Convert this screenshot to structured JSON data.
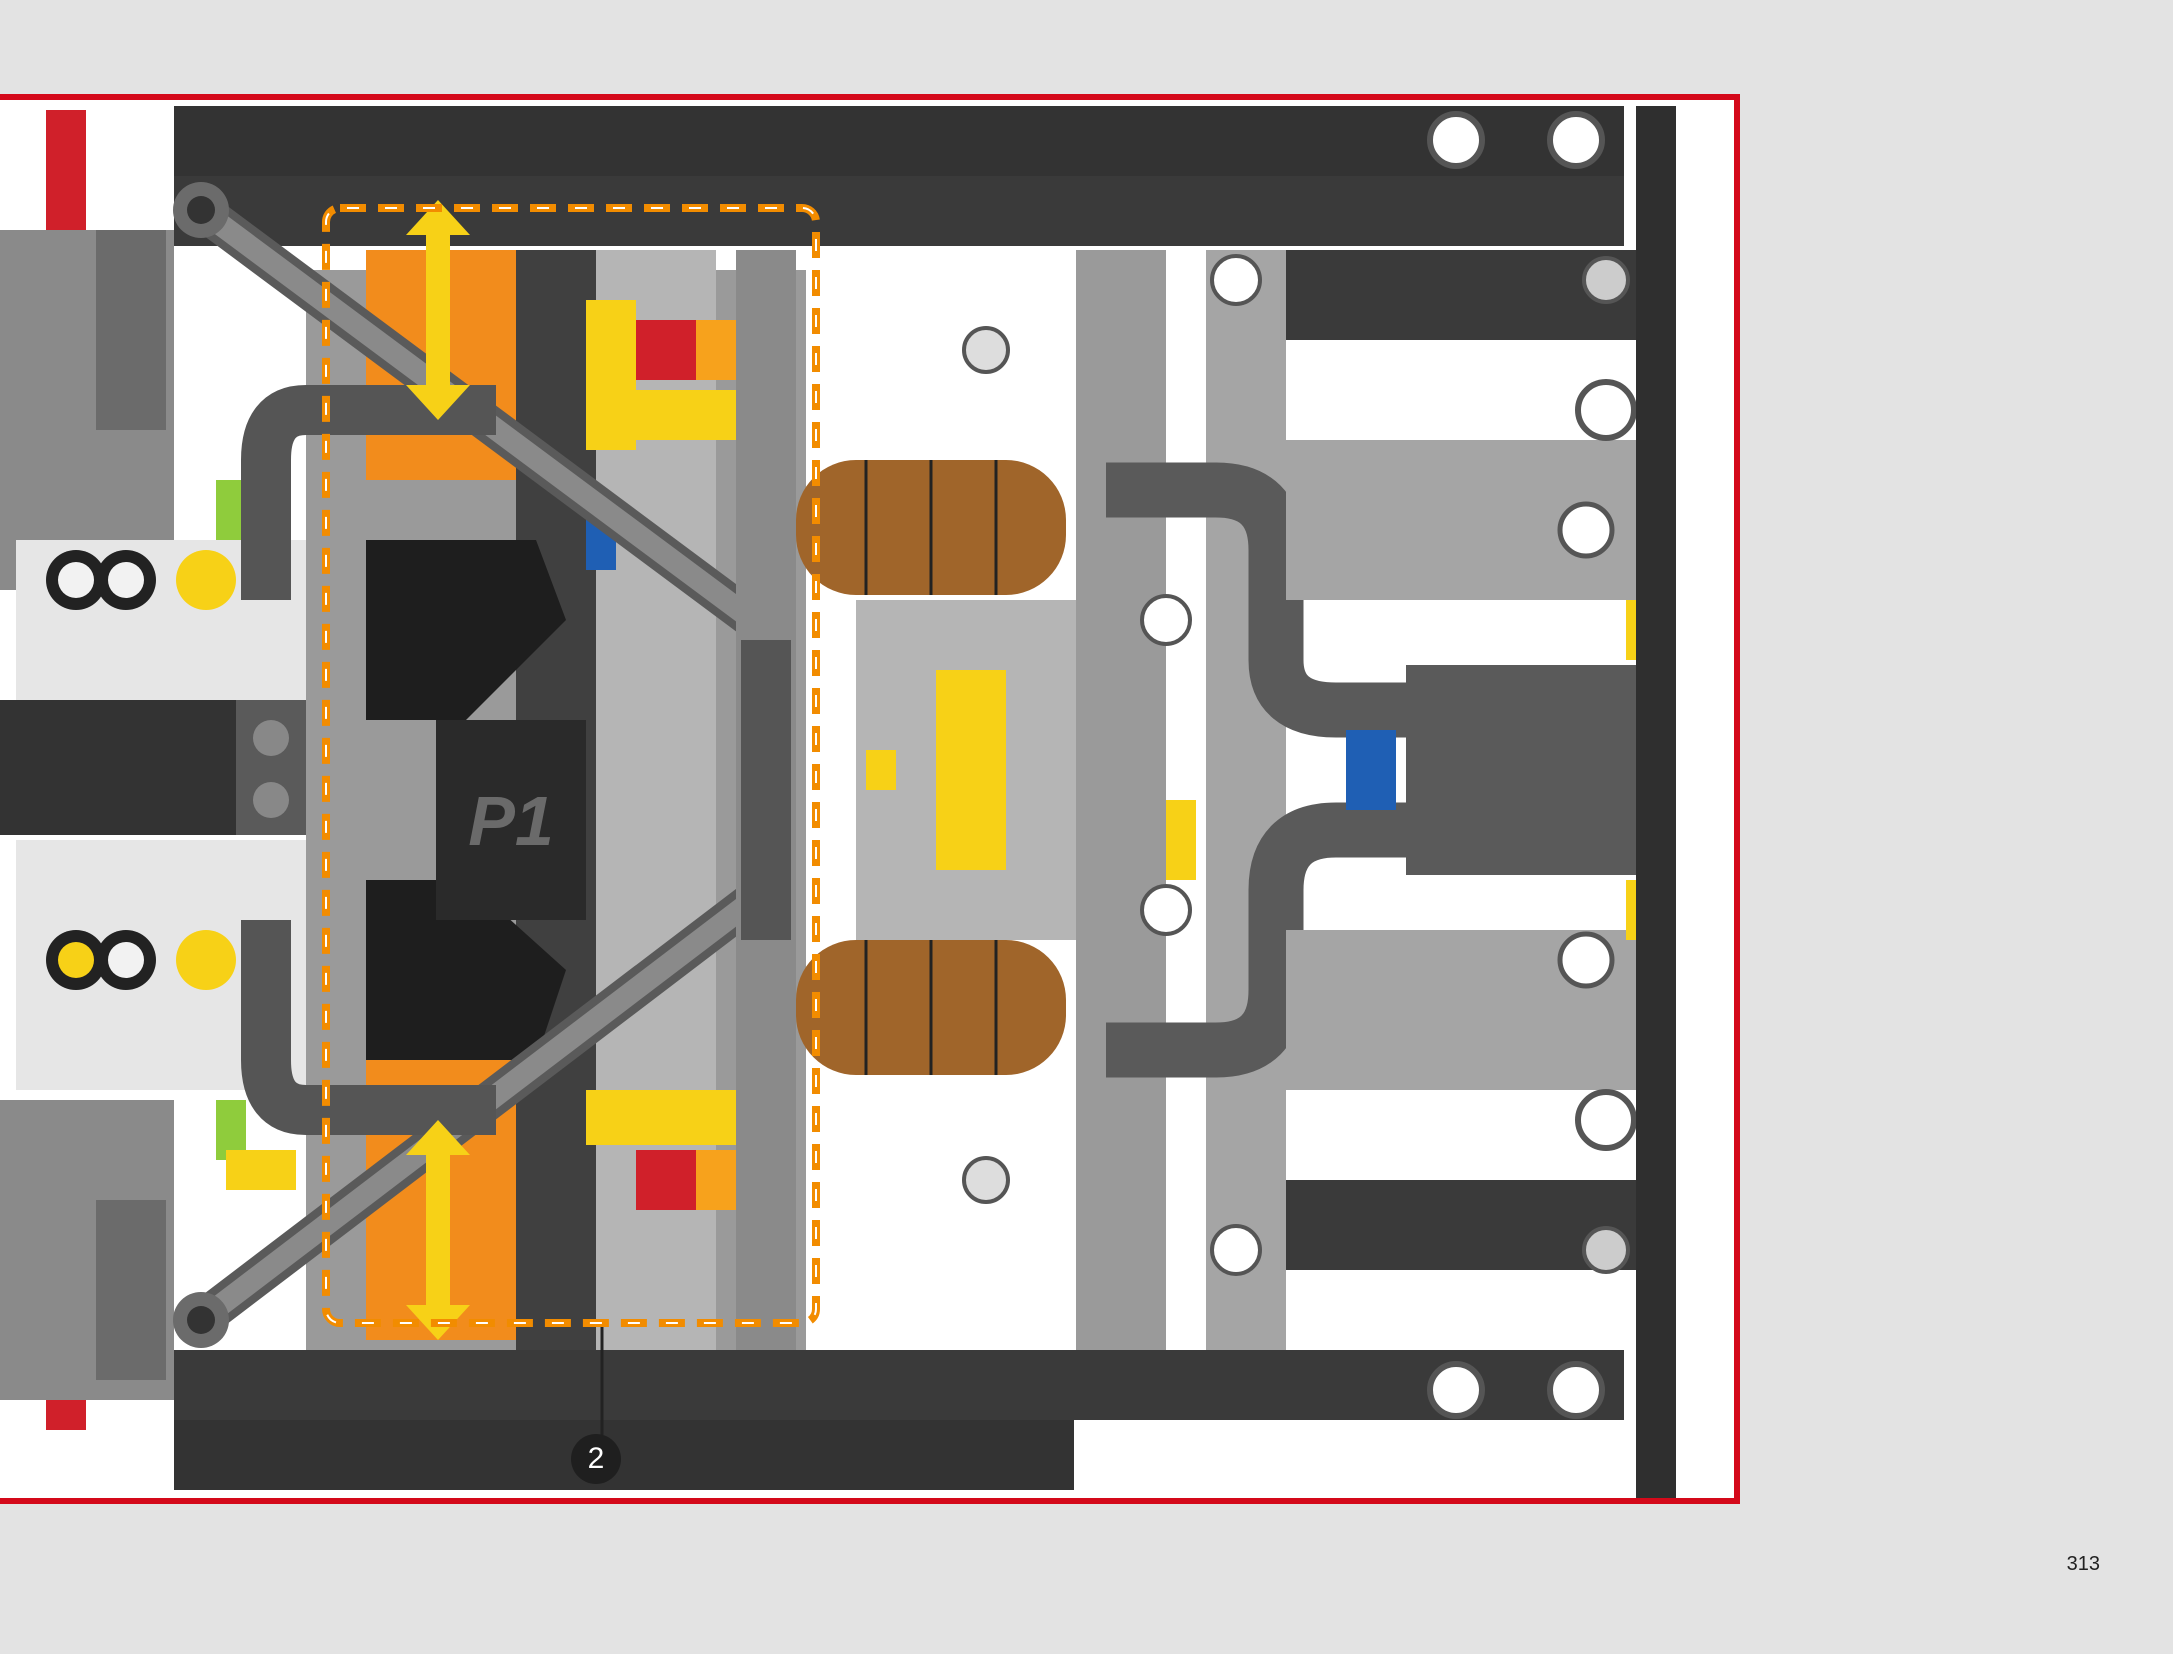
{
  "page": {
    "page_number": "313",
    "background_color": "#e3e3e3"
  },
  "illustration": {
    "frame_color": "#d4091a",
    "callout_step": "2",
    "callout_box_color": "#f28c00",
    "logo_text": "P1",
    "colors": {
      "dark_gray": "#333333",
      "mid_gray": "#6b6b6b",
      "light_gray": "#a5a5a5",
      "yellow": "#f7d117",
      "orange": "#f28c1c",
      "red": "#d0202a",
      "brown": "#a0652a",
      "blue": "#1f5fb4",
      "green": "#2faa3a",
      "lime": "#8fcc3c"
    }
  }
}
